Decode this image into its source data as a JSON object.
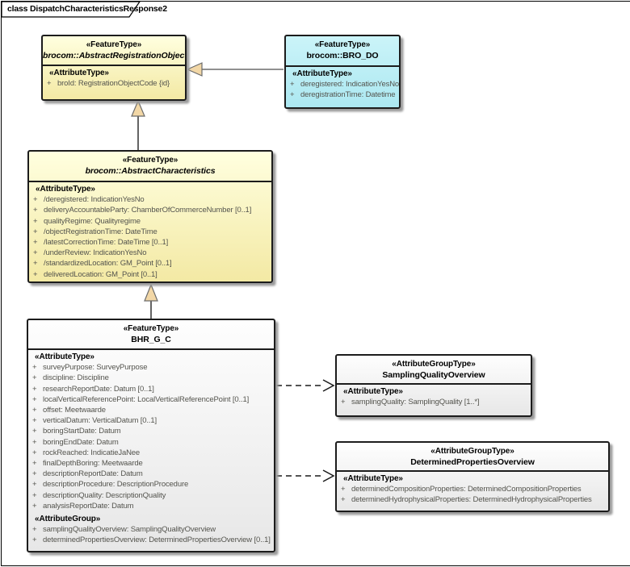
{
  "frame": {
    "tab_label": "class DispatchCharacteristicsResponse2"
  },
  "colors": {
    "yellow_top": "#FFFFDF",
    "yellow_bottom": "#F3E9A4",
    "cyan_top": "#CBF4F9",
    "cyan_bottom": "#ACE8F1",
    "plain_top": "#FEFEFE",
    "plain_bottom": "#E7E7E7",
    "generalization_triangle_fill": "#F2D7A6",
    "attribute_text": "#54544E",
    "box_border": "#1C1C1C"
  },
  "classes": [
    {
      "stereotype": "«FeatureType»",
      "name": "brocom::AbstractRegistrationObject",
      "abstract": true,
      "fill": "yellow",
      "sections": [
        {
          "label": "«AttributeType»",
          "attributes": [
            {
              "v": "+",
              "t": "broId: RegistrationObjectCode {id}"
            }
          ]
        }
      ]
    },
    {
      "stereotype": "«FeatureType»",
      "name": "brocom::BRO_DO",
      "abstract": false,
      "fill": "cyan",
      "sections": [
        {
          "label": "«AttributeType»",
          "attributes": [
            {
              "v": "+",
              "t": "deregistered: IndicationYesNo"
            },
            {
              "v": "+",
              "t": "deregistrationTime: Datetime"
            }
          ]
        }
      ]
    },
    {
      "stereotype": "«FeatureType»",
      "name": "brocom::AbstractCharacteristics",
      "abstract": true,
      "fill": "yellow",
      "sections": [
        {
          "label": "«AttributeType»",
          "attributes": [
            {
              "v": "+",
              "t": "/deregistered: IndicationYesNo"
            },
            {
              "v": "+",
              "t": "deliveryAccountableParty: ChamberOfCommerceNumber [0..1]"
            },
            {
              "v": "+",
              "t": "qualityRegime: Qualityregime"
            },
            {
              "v": "+",
              "t": "/objectRegistrationTime: DateTime"
            },
            {
              "v": "+",
              "t": "/latestCorrectionTime: DateTime [0..1]"
            },
            {
              "v": "+",
              "t": "/underReview: IndicationYesNo"
            },
            {
              "v": "+",
              "t": "/standardizedLocation: GM_Point [0..1]"
            },
            {
              "v": "+",
              "t": "deliveredLocation: GM_Point [0..1]"
            }
          ]
        }
      ]
    },
    {
      "stereotype": "«FeatureType»",
      "name": "BHR_G_C",
      "abstract": false,
      "fill": "plain",
      "sections": [
        {
          "label": "«AttributeType»",
          "attributes": [
            {
              "v": "+",
              "t": "surveyPurpose: SurveyPurpose"
            },
            {
              "v": "+",
              "t": "discipline: Discipline"
            },
            {
              "v": "+",
              "t": "researchReportDate: Datum [0..1]"
            },
            {
              "v": "+",
              "t": "localVerticalReferencePoint: LocalVerticalReferencePoint [0..1]"
            },
            {
              "v": "+",
              "t": "offset: Meetwaarde"
            },
            {
              "v": "+",
              "t": "verticalDatum: VerticalDatum [0..1]"
            },
            {
              "v": "+",
              "t": "boringStartDate: Datum"
            },
            {
              "v": "+",
              "t": "boringEndDate: Datum"
            },
            {
              "v": "+",
              "t": "rockReached: IndicatieJaNee"
            },
            {
              "v": "+",
              "t": "finalDepthBoring: Meetwaarde"
            },
            {
              "v": "+",
              "t": "descriptionReportDate: Datum"
            },
            {
              "v": "+",
              "t": "descriptionProcedure: DescriptionProcedure"
            },
            {
              "v": "+",
              "t": "descriptionQuality: DescriptionQuality"
            },
            {
              "v": "+",
              "t": "analysisReportDate: Datum"
            }
          ]
        },
        {
          "label": "«AttributeGroup»",
          "attributes": [
            {
              "v": "+",
              "t": "samplingQualityOverview: SamplingQualityOverview"
            },
            {
              "v": "+",
              "t": "determinedPropertiesOverview: DeterminedPropertiesOverview [0..1]"
            }
          ]
        }
      ]
    },
    {
      "stereotype": "«AttributeGroupType»",
      "name": "SamplingQualityOverview",
      "abstract": false,
      "fill": "plain",
      "sections": [
        {
          "label": "«AttributeType»",
          "attributes": [
            {
              "v": "+",
              "t": "samplingQuality: SamplingQuality [1..*]"
            }
          ]
        }
      ]
    },
    {
      "stereotype": "«AttributeGroupType»",
      "name": "DeterminedPropertiesOverview",
      "abstract": false,
      "fill": "plain",
      "sections": [
        {
          "label": "«AttributeType»",
          "attributes": [
            {
              "v": "+",
              "t": "determinedCompositionProperties: DeterminedCompositionProperties"
            },
            {
              "v": "+",
              "t": "determinedHydrophysicalProperties: DeterminedHydrophysicalProperties"
            }
          ]
        }
      ]
    }
  ],
  "connectors": [
    {
      "type": "generalization",
      "from": "brocom::BRO_DO",
      "to": "brocom::AbstractRegistrationObject"
    },
    {
      "type": "generalization",
      "from": "brocom::AbstractCharacteristics",
      "to": "brocom::AbstractRegistrationObject"
    },
    {
      "type": "generalization",
      "from": "BHR_G_C",
      "to": "brocom::AbstractCharacteristics"
    },
    {
      "type": "dependency",
      "from": "BHR_G_C",
      "to": "SamplingQualityOverview"
    },
    {
      "type": "dependency",
      "from": "BHR_G_C",
      "to": "DeterminedPropertiesOverview"
    }
  ]
}
